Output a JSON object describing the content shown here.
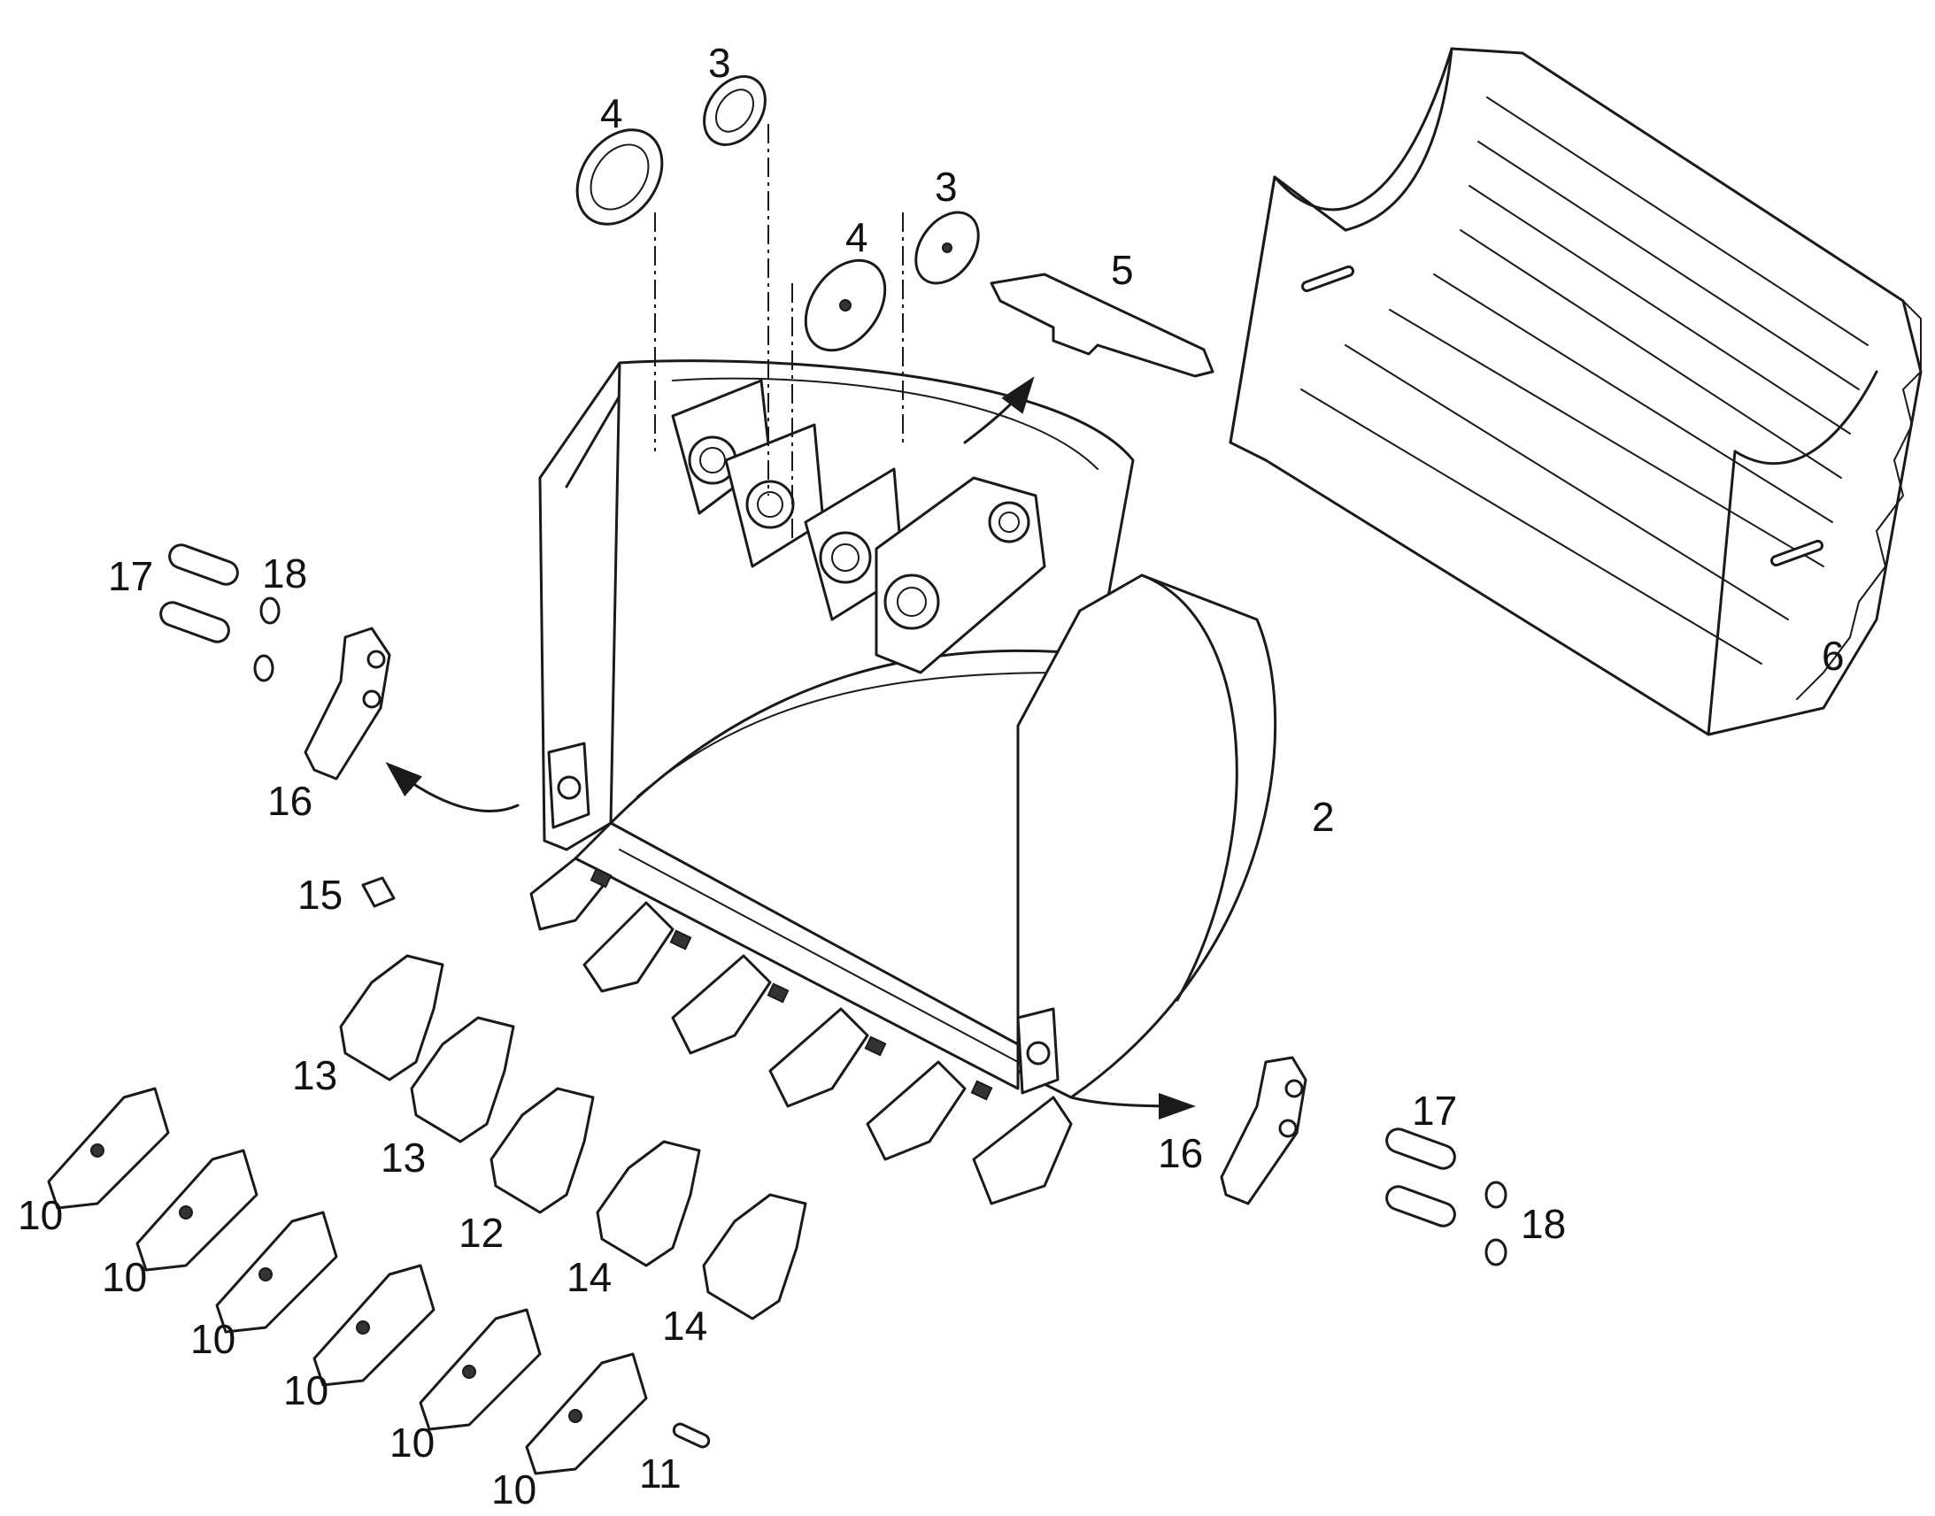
{
  "callouts": [
    {
      "id": "c-4a",
      "text": "4"
    },
    {
      "id": "c-3a",
      "text": "3"
    },
    {
      "id": "c-3b",
      "text": "3"
    },
    {
      "id": "c-4b",
      "text": "4"
    },
    {
      "id": "c-5",
      "text": "5"
    },
    {
      "id": "c-6",
      "text": "6"
    },
    {
      "id": "c-2",
      "text": "2"
    },
    {
      "id": "c-17a",
      "text": "17"
    },
    {
      "id": "c-18a",
      "text": "18"
    },
    {
      "id": "c-16a",
      "text": "16"
    },
    {
      "id": "c-15",
      "text": "15"
    },
    {
      "id": "c-13a",
      "text": "13"
    },
    {
      "id": "c-13b",
      "text": "13"
    },
    {
      "id": "c-12",
      "text": "12"
    },
    {
      "id": "c-14a",
      "text": "14"
    },
    {
      "id": "c-14b",
      "text": "14"
    },
    {
      "id": "c-10a",
      "text": "10"
    },
    {
      "id": "c-10b",
      "text": "10"
    },
    {
      "id": "c-10c",
      "text": "10"
    },
    {
      "id": "c-10d",
      "text": "10"
    },
    {
      "id": "c-10e",
      "text": "10"
    },
    {
      "id": "c-10f",
      "text": "10"
    },
    {
      "id": "c-11",
      "text": "11"
    },
    {
      "id": "c-16b",
      "text": "16"
    },
    {
      "id": "c-17b",
      "text": "17"
    },
    {
      "id": "c-18b",
      "text": "18"
    }
  ],
  "colors": {
    "line": "#1a1a1a",
    "background": "#ffffff"
  }
}
